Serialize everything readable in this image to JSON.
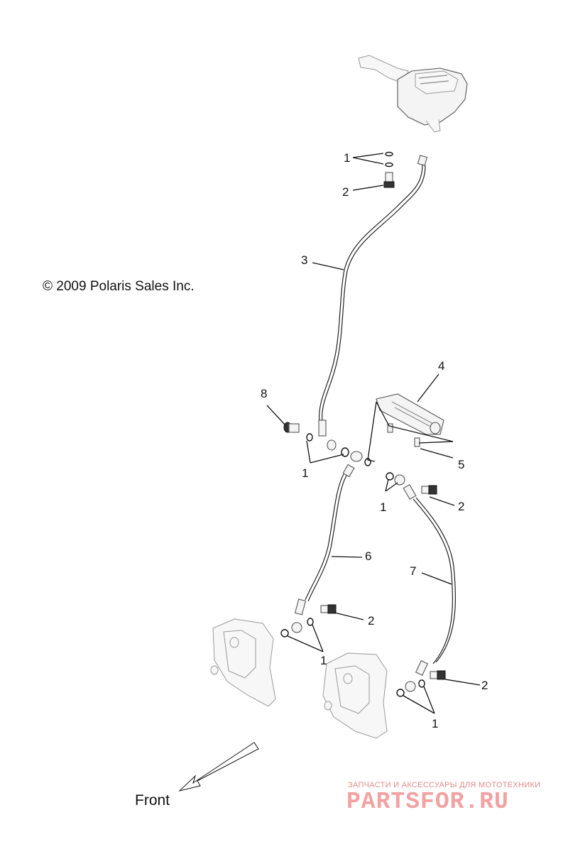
{
  "copyright": "© 2009 Polaris Sales Inc.",
  "front_label": "Front",
  "callouts": {
    "c1_top": "1",
    "c2_top": "2",
    "c3": "3",
    "c4": "4",
    "c8": "8",
    "c5": "5",
    "c1_left_mid": "1",
    "c1_right_mid": "1",
    "c2_right_mid": "2",
    "c6": "6",
    "c7": "7",
    "c2_lower_left": "2",
    "c1_lower_left": "1",
    "c2_lower_right": "2",
    "c1_lower_right": "1"
  },
  "watermark": {
    "tagline": "ЗАПЧАСТИ И АКСЕССУАРЫ ДЛЯ МОТОТЕХНИКИ",
    "logo": "PARTSFOR.RU"
  }
}
